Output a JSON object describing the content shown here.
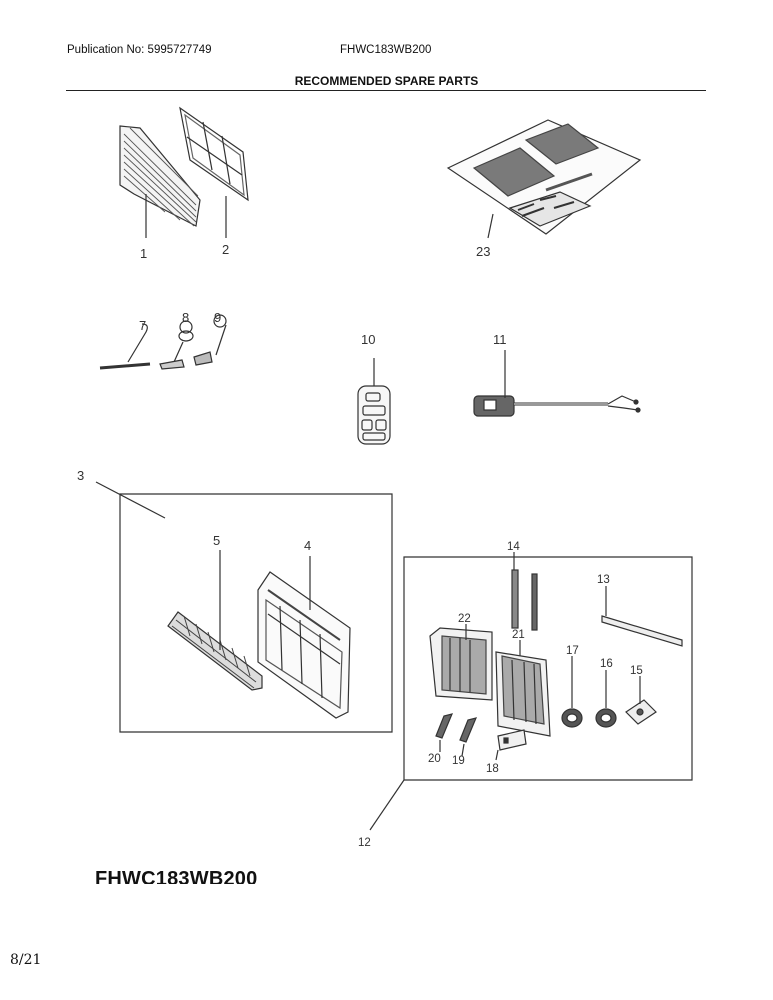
{
  "header": {
    "publication": "Publication No: 5995727749",
    "model": "FHWC183WB200",
    "title": "RECOMMENDED SPARE PARTS"
  },
  "callouts": {
    "p1": "1",
    "p2": "2",
    "p3": "3",
    "p4": "4",
    "p5": "5",
    "p7": "7",
    "p8": "8",
    "p9": "9",
    "p10": "10",
    "p11": "11",
    "p12": "12",
    "p13": "13",
    "p14": "14",
    "p15": "15",
    "p16": "16",
    "p17": "17",
    "p18": "18",
    "p19": "19",
    "p20": "20",
    "p21": "21",
    "p22": "22",
    "p23": "23"
  },
  "footer": {
    "model_caption": "FHWC183WB200",
    "page_number": "8/21"
  }
}
